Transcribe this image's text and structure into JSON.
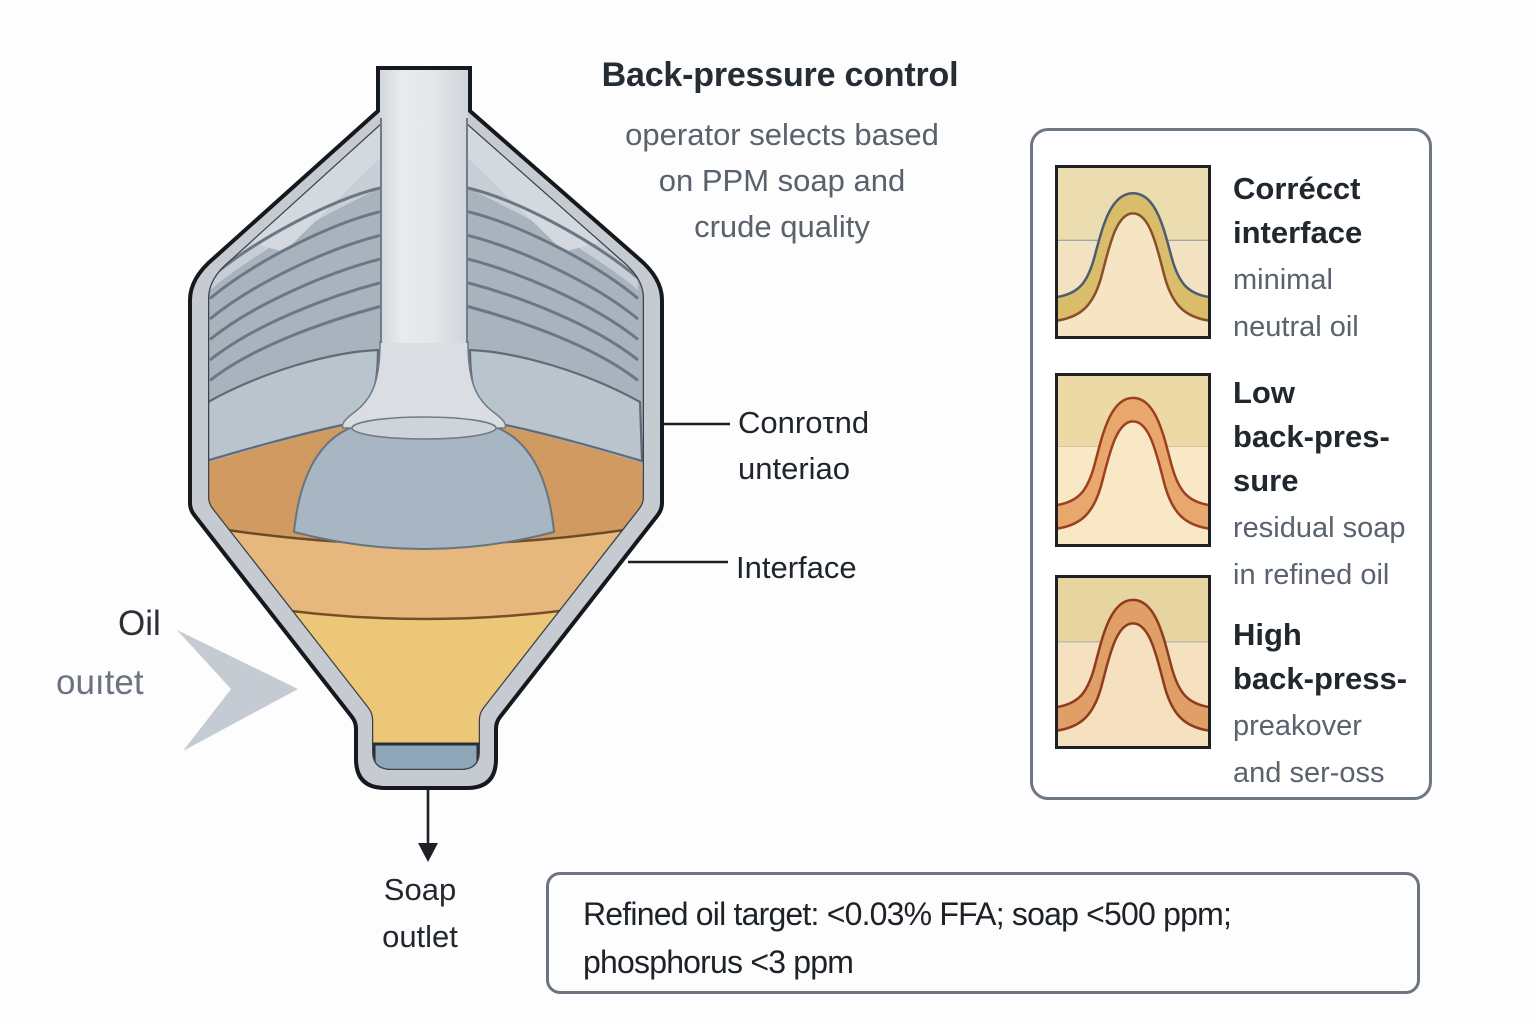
{
  "title": "Back-pressure control",
  "subtitle_lines": [
    "operator selects based",
    "on PPM soap and",
    "crude quality"
  ],
  "vessel_labels": {
    "control_line1": "Conroτnd",
    "control_line2": "unteriao",
    "interface": "Interface",
    "oil_line1": "Oil",
    "oil_line2": "ouıtet",
    "soap_line1": "Soap",
    "soap_line2": "outlet"
  },
  "panel": {
    "items": [
      {
        "title_line1": "Corrécct",
        "title_line2": "interface",
        "desc_line1": "minimal",
        "desc_line2": "neutral oil"
      },
      {
        "title_line1": "Low",
        "title_line2": "back-pres-",
        "title_line3": "sure",
        "desc_line1": "residual soap",
        "desc_line2": "in refined oil"
      },
      {
        "title_line1": "High",
        "title_line2": "back-press-",
        "desc_line1": "preakover",
        "desc_line2": "and ser-oss"
      }
    ]
  },
  "footer_note_line1": "Refined oil target: <0.03% FFA; soap <500 ppm;",
  "footer_note_line2": "phosphorus <3 ppm",
  "colors": {
    "vessel_wall": "#c5cbd1",
    "vessel_outline": "#15181c",
    "disc_zone_gray": "#a9b3bd",
    "disc_line_gray": "#6b7784",
    "pool_gray": "#bac4cd",
    "center_dome_gray": "#a8b5c2",
    "orange_band": "#d09a60",
    "tan_band": "#e6b87e",
    "yellow_band": "#ecc777",
    "neck_insert_blue": "#8ea6b8",
    "pipe_gray": "#e3e6e9",
    "band_boundary_brown": "#7a4c28",
    "panel_border": "#6e7782",
    "thumb_correct_band": "#d9bd6b",
    "thumb_low_band": "#e8a76d",
    "thumb_high_band": "#df9f66",
    "text_dark": "#20262c",
    "text_gray": "#5a636d"
  }
}
